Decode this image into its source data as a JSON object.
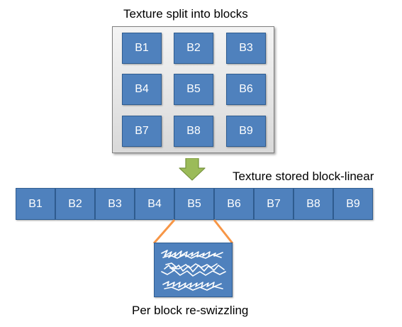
{
  "grid": {
    "title": "Texture split into blocks",
    "blocks": [
      "B1",
      "B2",
      "B3",
      "B4",
      "B5",
      "B6",
      "B7",
      "B8",
      "B9"
    ]
  },
  "linear": {
    "title": "Texture stored block-linear",
    "blocks": [
      "B1",
      "B2",
      "B3",
      "B4",
      "B5",
      "B6",
      "B7",
      "B8",
      "B9"
    ],
    "highlighted": "B5"
  },
  "swizzle": {
    "caption": "Per block re-swizzling"
  },
  "colors": {
    "block_fill": "#4f81bd",
    "block_border": "#2f5d91",
    "arrow": "#9bbb59",
    "connector": "#f79646"
  }
}
